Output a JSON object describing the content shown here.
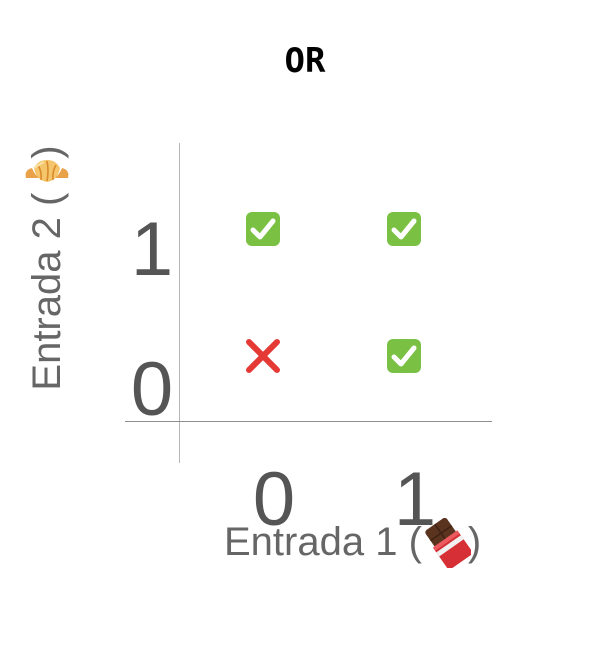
{
  "title": "OR",
  "axes": {
    "x_label_text": "Entrada 1 (",
    "x_label_close": ")",
    "y_label_text": "Entrada 2 (",
    "y_label_close": ")",
    "x_ticks": [
      "0",
      "1"
    ],
    "y_ticks": [
      "0",
      "1"
    ]
  },
  "icons": {
    "x_axis_icon": "chocolate-bar-icon",
    "y_axis_icon": "croissant-icon",
    "true_icon": "check-mark-button-icon",
    "false_icon": "cross-mark-icon"
  },
  "colors": {
    "check_green": "#7ac143",
    "cross_red": "#e53935"
  },
  "truth_table": [
    {
      "input1": 0,
      "input2": 0,
      "output": "false"
    },
    {
      "input1": 1,
      "input2": 0,
      "output": "true"
    },
    {
      "input1": 0,
      "input2": 1,
      "output": "true"
    },
    {
      "input1": 1,
      "input2": 1,
      "output": "true"
    }
  ]
}
